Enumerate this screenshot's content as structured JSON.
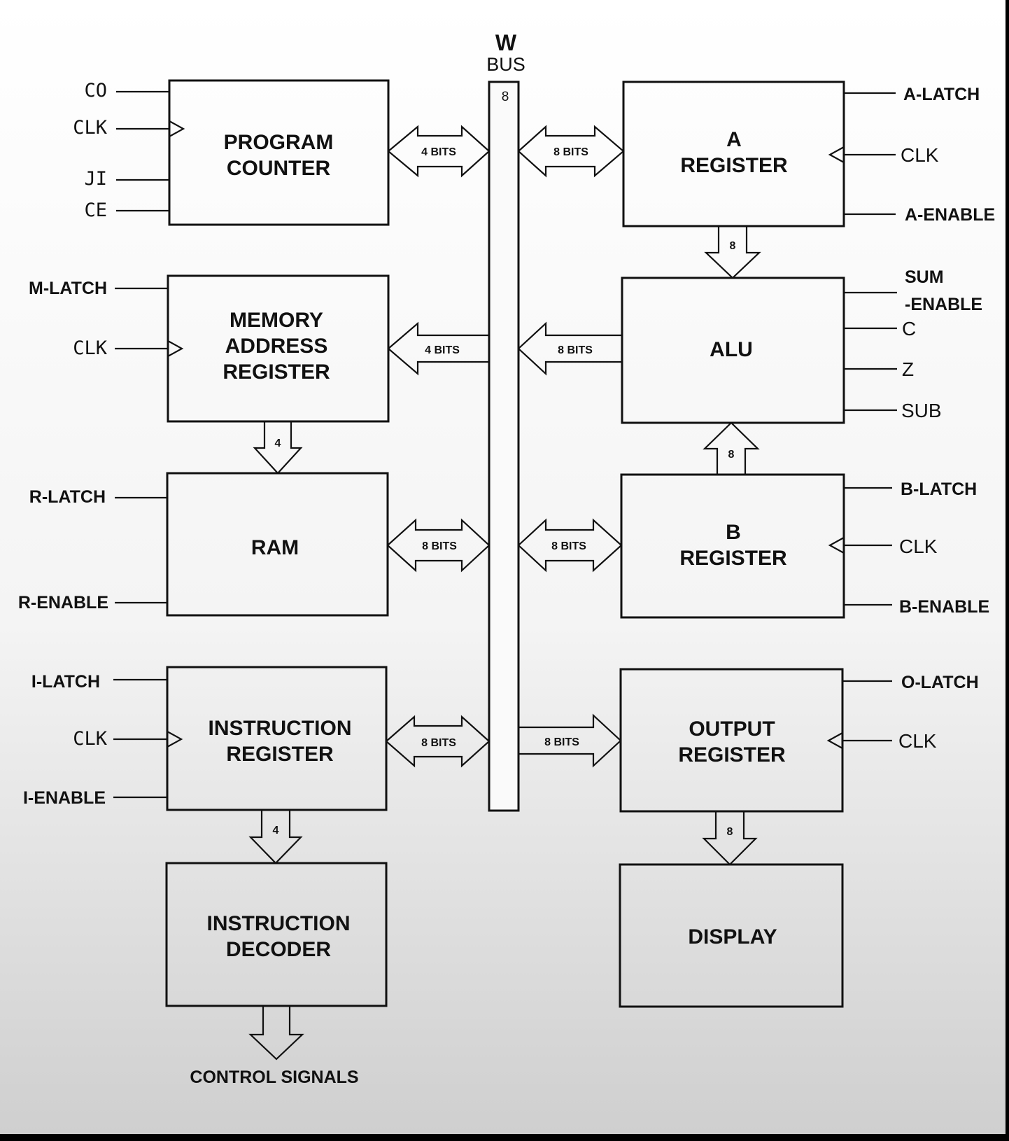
{
  "bus": {
    "title": "W",
    "subtitle": "BUS",
    "width_label": "8"
  },
  "blocks": {
    "pc": [
      "PROGRAM",
      "COUNTER"
    ],
    "mar": [
      "MEMORY",
      "ADDRESS",
      "REGISTER"
    ],
    "ram": [
      "RAM"
    ],
    "ir": [
      "INSTRUCTION",
      "REGISTER"
    ],
    "idec": [
      "INSTRUCTION",
      "DECODER"
    ],
    "areg": [
      "A",
      "REGISTER"
    ],
    "alu": [
      "ALU"
    ],
    "breg": [
      "B",
      "REGISTER"
    ],
    "oreg": [
      "OUTPUT",
      "REGISTER"
    ],
    "display": [
      "DISPLAY"
    ]
  },
  "signals": {
    "pc": [
      "CO",
      "CLK",
      "JI",
      "CE"
    ],
    "mar": [
      "M-LATCH",
      "CLK"
    ],
    "ram": [
      "R-LATCH",
      "R-ENABLE"
    ],
    "ir": [
      "I-LATCH",
      "CLK",
      "I-ENABLE"
    ],
    "areg": [
      "A-LATCH",
      "CLK",
      "A-ENABLE"
    ],
    "alu": [
      "SUM",
      "-ENABLE",
      "C",
      "Z",
      "SUB"
    ],
    "breg": [
      "B-LATCH",
      "CLK",
      "B-ENABLE"
    ],
    "oreg": [
      "O-LATCH",
      "CLK"
    ]
  },
  "bus_links": {
    "pc": "4 BITS",
    "mar": "4 BITS",
    "ram": "8 BITS",
    "ir": "8 BITS",
    "areg": "8 BITS",
    "alu": "8 BITS",
    "breg": "8 BITS",
    "oreg": "8 BITS"
  },
  "vertical_links": {
    "mar_ram": "4",
    "ir_idec": "4",
    "areg_alu": "8",
    "breg_alu": "8",
    "oreg_display": "8"
  },
  "outputs": {
    "control": "CONTROL SIGNALS"
  }
}
